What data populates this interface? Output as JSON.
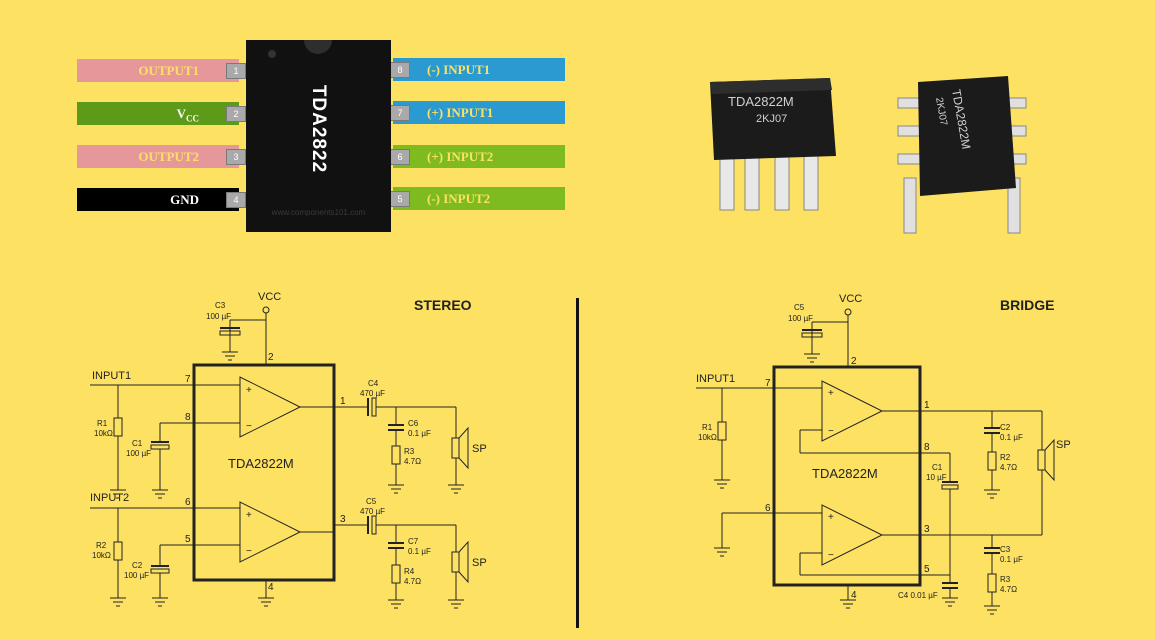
{
  "pinout": {
    "chip_name": "TDA2822",
    "watermark": "www.components101.com",
    "pins": [
      {
        "num": "1",
        "label": "OUTPUT1",
        "color": "#e5979a",
        "text_color": "#fde162"
      },
      {
        "num": "2",
        "label": "V",
        "sub": "CC",
        "color": "#5e9a1a",
        "text_color": "#ffffff"
      },
      {
        "num": "3",
        "label": "OUTPUT2",
        "color": "#e5979a",
        "text_color": "#fde162"
      },
      {
        "num": "4",
        "label": "GND",
        "color": "#000000",
        "text_color": "#ffffff"
      },
      {
        "num": "8",
        "label": "(-) INPUT1",
        "color": "#2a9ad0",
        "text_color": "#fde162"
      },
      {
        "num": "7",
        "label": "(+) INPUT1",
        "color": "#2a9ad0",
        "text_color": "#fde162"
      },
      {
        "num": "6",
        "label": "(+) INPUT2",
        "color": "#7ebb1f",
        "text_color": "#fde162"
      },
      {
        "num": "5",
        "label": "(-) INPUT2",
        "color": "#7ebb1f",
        "text_color": "#fde162"
      }
    ]
  },
  "photo": {
    "chip_front_text": "TDA2822M",
    "chip_front_code": "2KJ07",
    "chip_side_text": "TDA2822M",
    "chip_side_code": "2KJ07"
  },
  "stereo": {
    "title": "STEREO",
    "ic_label": "TDA2822M",
    "vcc": "VCC",
    "input1": "INPUT1",
    "input2": "INPUT2",
    "c3_name": "C3",
    "c3_val": "100 µF",
    "c1_name": "C1",
    "c1_val": "100 µF",
    "c2_name": "C2",
    "c2_val": "100 µF",
    "r1_name": "R1",
    "r1_val": "10kΩ",
    "r2_name": "R2",
    "r2_val": "10kΩ",
    "c4_name": "C4",
    "c4_val": "470 µF",
    "c5_name": "C5",
    "c5_val": "470 µF",
    "c6_name": "C6",
    "c6_val": "0.1 µF",
    "c7_name": "C7",
    "c7_val": "0.1 µF",
    "r3_name": "R3",
    "r3_val": "4.7Ω",
    "r4_name": "R4",
    "r4_val": "4.7Ω",
    "sp1": "SP",
    "sp2": "SP",
    "pins": {
      "p1": "1",
      "p2": "2",
      "p3": "3",
      "p4": "4",
      "p5": "5",
      "p6": "6",
      "p7": "7",
      "p8": "8"
    }
  },
  "bridge": {
    "title": "BRIDGE",
    "ic_label": "TDA2822M",
    "vcc": "VCC",
    "input1": "INPUT1",
    "c5_name": "C5",
    "c5_val": "100 µF",
    "r1_name": "R1",
    "r1_val": "10kΩ",
    "c1_name": "C1",
    "c1_val": "10 µF",
    "c2_name": "C2",
    "c2_val": "0.1 µF",
    "c3_name": "C3",
    "c3_val": "0.1 µF",
    "c4_label": "C4 0.01 µF",
    "r2_name": "R2",
    "r2_val": "4.7Ω",
    "r3_name": "R3",
    "r3_val": "4.7Ω",
    "sp": "SP",
    "pins": {
      "p1": "1",
      "p2": "2",
      "p3": "3",
      "p4": "4",
      "p5": "5",
      "p6": "6",
      "p7": "7",
      "p8": "8"
    }
  }
}
